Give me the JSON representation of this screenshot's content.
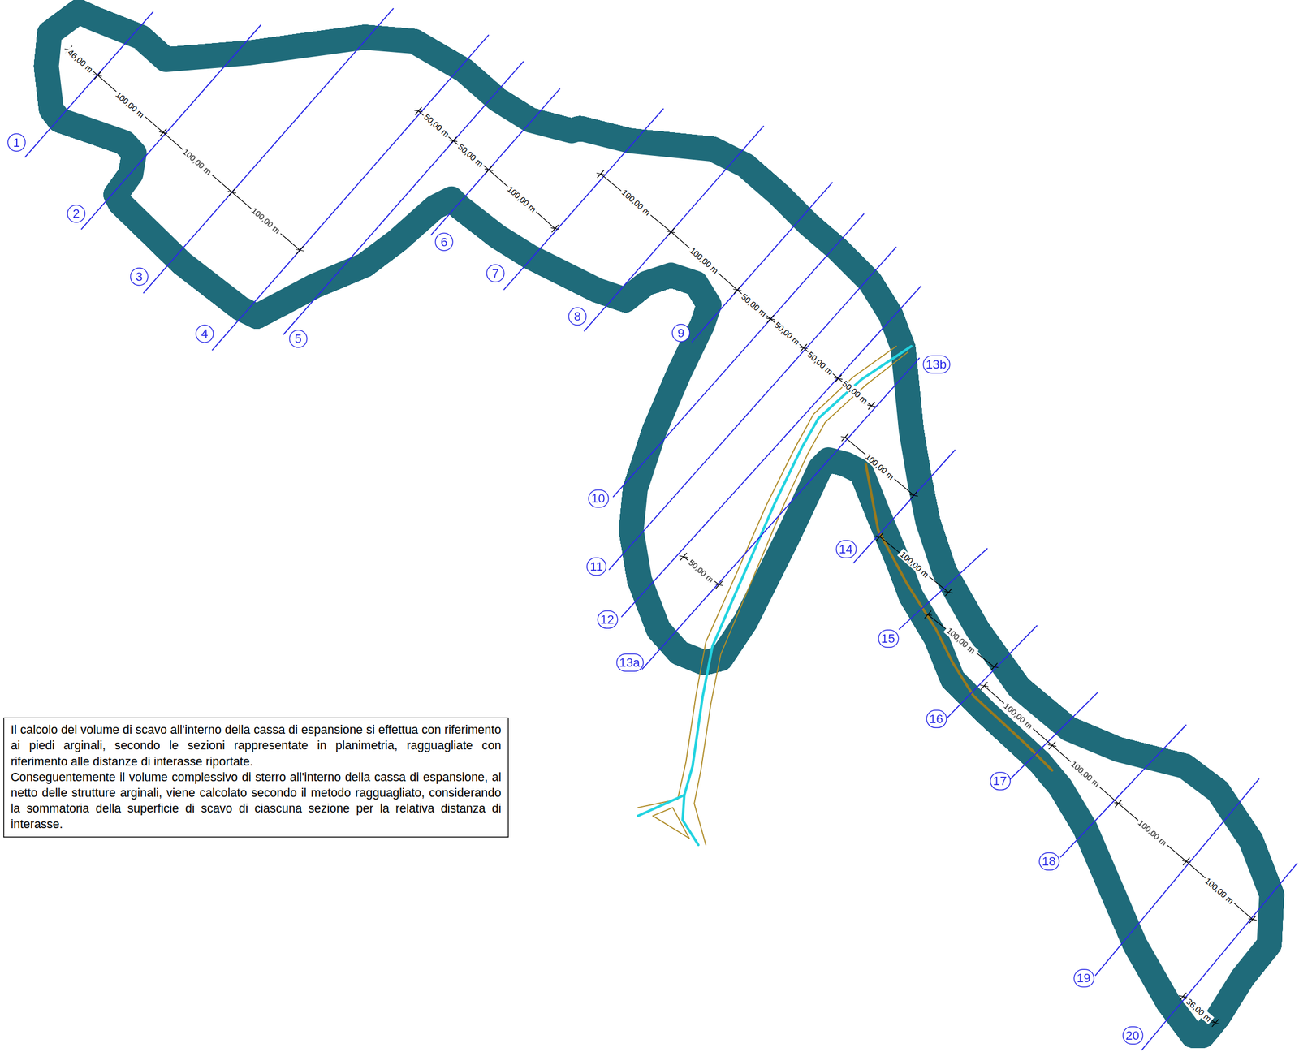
{
  "diagram": {
    "nodes": [
      {
        "text": [
          "1"
        ]
      },
      {
        "text": [
          "2"
        ]
      },
      {
        "text": [
          "3"
        ]
      },
      {
        "text": [
          "4"
        ]
      },
      {
        "text": [
          "5"
        ]
      },
      {
        "text": [
          "6"
        ]
      },
      {
        "text": [
          "7"
        ]
      },
      {
        "text": [
          "8"
        ]
      },
      {
        "text": [
          "9"
        ]
      },
      {
        "text": [
          "10"
        ]
      },
      {
        "text": [
          "11"
        ]
      },
      {
        "text": [
          "12"
        ]
      },
      {
        "text": [
          "13a"
        ]
      },
      {
        "text": [
          "13b"
        ]
      },
      {
        "text": [
          "14"
        ]
      },
      {
        "text": [
          "15"
        ]
      },
      {
        "text": [
          "16"
        ]
      },
      {
        "text": [
          "17"
        ]
      },
      {
        "text": [
          "18"
        ]
      },
      {
        "text": [
          "19"
        ]
      },
      {
        "text": [
          "20"
        ]
      },
      {
        "text": [
          "Il calcolo del volume di scavo all'interno della cassa di espansione si effettua con riferimento ai piedi arginali, secondo le sezioni rappresentate in planimetria, ragguagliate con riferimento alle distanze di interasse riportate.",
          "Conseguentemente il volume complessivo di sterro all'interno della cassa di espansione, al netto delle strutture arginali, viene calcolato secondo il metodo ragguagliato, considerando la sommatoria della superficie di scavo di ciascuna sezione per la relativa distanza di interasse."
        ]
      }
    ],
    "labels": [
      "46,00 m",
      "100,00 m",
      "100,00 m",
      "100,00 m",
      "50,00 m",
      "50,00 m",
      "100,00 m",
      "100,00 m",
      "100,00 m",
      "50,00 m",
      "50,00 m",
      "50,00 m",
      "50,00 m",
      "100,00 m",
      "50,00 m",
      "100,00 m",
      "100,00 m",
      "100,00 m",
      "100,00 m",
      "100,00 m",
      "100,00 m",
      "36,00 m"
    ]
  }
}
